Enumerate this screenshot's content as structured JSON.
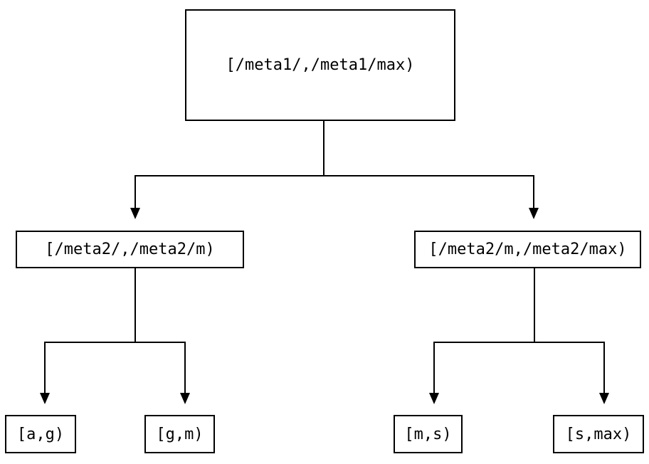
{
  "diagram": {
    "type": "tree",
    "colors": {
      "background": "#ffffff",
      "line": "#000000",
      "text": "#000000",
      "node_fill": "#ffffff"
    },
    "nodes": {
      "root": {
        "label": "[/meta1/,/meta1/max)"
      },
      "meta2_low": {
        "label": "[/meta2/,/meta2/m)"
      },
      "meta2_high": {
        "label": "[/meta2/m,/meta2/max)"
      },
      "leaf_a_g": {
        "label": "[a,g)"
      },
      "leaf_g_m": {
        "label": "[g,m)"
      },
      "leaf_m_s": {
        "label": "[m,s)"
      },
      "leaf_s_max": {
        "label": "[s,max)"
      }
    },
    "edges": [
      {
        "from": "root",
        "to": "meta2_low"
      },
      {
        "from": "root",
        "to": "meta2_high"
      },
      {
        "from": "meta2_low",
        "to": "leaf_a_g"
      },
      {
        "from": "meta2_low",
        "to": "leaf_g_m"
      },
      {
        "from": "meta2_high",
        "to": "leaf_m_s"
      },
      {
        "from": "meta2_high",
        "to": "leaf_s_max"
      }
    ]
  }
}
